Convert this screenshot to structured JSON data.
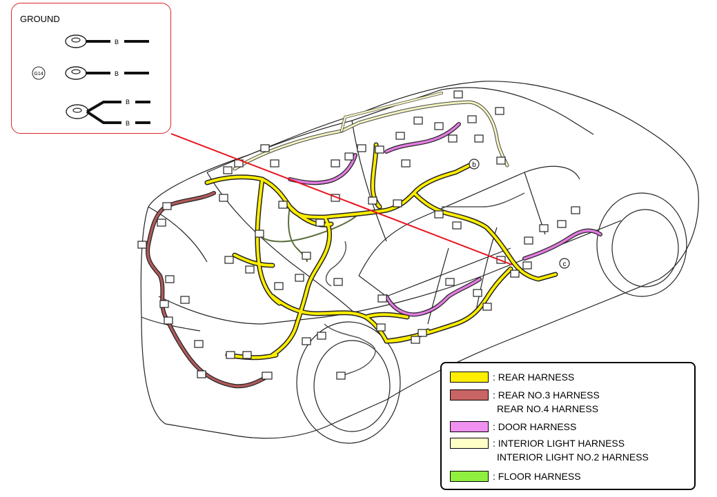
{
  "ground_inset": {
    "title": "GROUND",
    "ground_id": "G14",
    "wire_color_code": "B"
  },
  "connector_markers": [
    "b",
    "c"
  ],
  "legend": [
    {
      "lines": [
        ": REAR HARNESS"
      ],
      "color": "#ffee00"
    },
    {
      "lines": [
        ": REAR NO.3 HARNESS",
        "REAR NO.4 HARNESS"
      ],
      "color": "#c86464"
    },
    {
      "lines": [
        ": DOOR HARNESS"
      ],
      "color": "#f090f0"
    },
    {
      "lines": [
        ": INTERIOR LIGHT HARNESS",
        "INTERIOR LIGHT NO.2 HARNESS"
      ],
      "color": "#ffffc8"
    },
    {
      "lines": [
        ": FLOOR HARNESS"
      ],
      "color": "#90f040"
    }
  ],
  "colors": {
    "callout_line": "#e8141e",
    "rear": "#ffee00",
    "rear_no3": "#b05a5a",
    "door": "#e07ce0",
    "interior": "#f4f4c0",
    "floor_line": "#5a6e3c"
  }
}
